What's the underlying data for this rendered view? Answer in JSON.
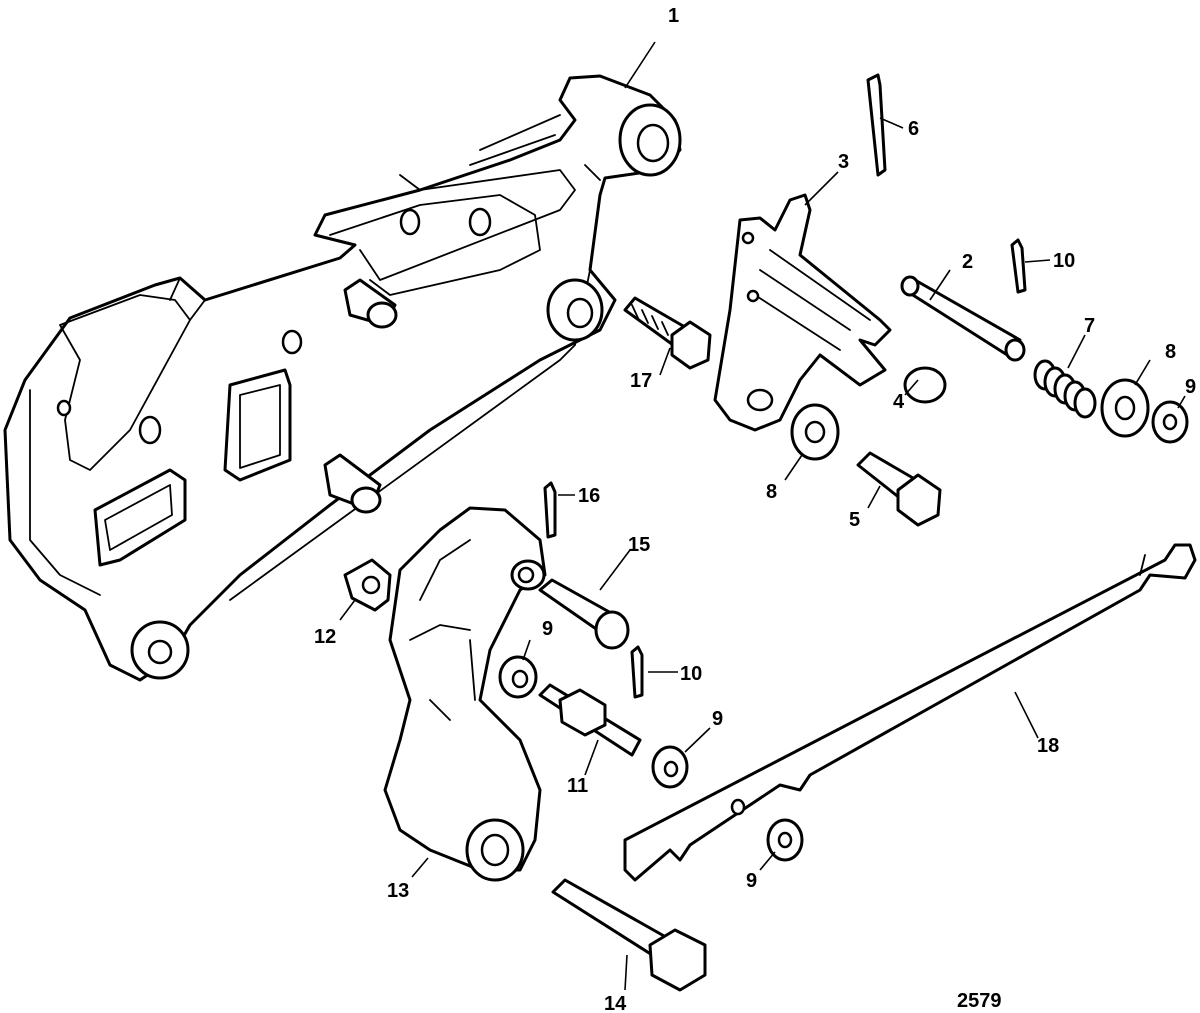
{
  "figure_number": "2579",
  "callouts": {
    "c1": "1",
    "c2": "2",
    "c3": "3",
    "c4": "4",
    "c5": "5",
    "c6": "6",
    "c7": "7",
    "c8a": "8",
    "c8b": "8",
    "c9a": "9",
    "c9b": "9",
    "c9c": "9",
    "c9d": "9",
    "c10a": "10",
    "c10b": "10",
    "c11": "11",
    "c12": "12",
    "c13": "13",
    "c14": "14",
    "c15": "15",
    "c16": "16",
    "c17": "17",
    "c18": "18"
  }
}
